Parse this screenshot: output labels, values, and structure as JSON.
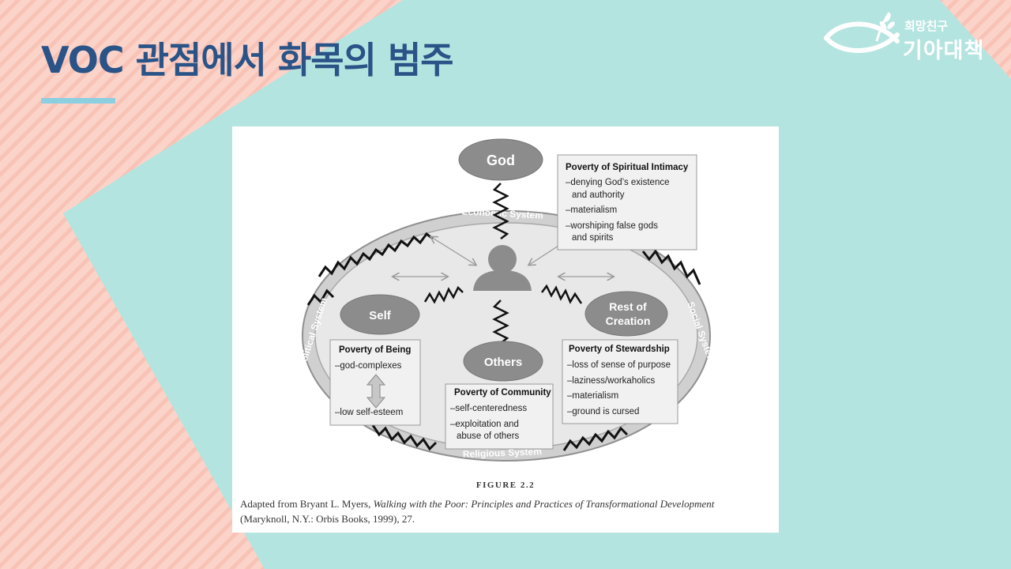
{
  "slide": {
    "title": "VOC 관점에서 화목의 범주",
    "colors": {
      "background_mint": "#b4e4e0",
      "background_pink": "#fbd3c9",
      "title": "#2a5387",
      "accent_bar": "#8ccfe0"
    }
  },
  "logo": {
    "tagline": "희망친구",
    "name": "기아대책",
    "icon": "fish-wheat-icon"
  },
  "figure": {
    "nodes": {
      "god": "God",
      "self": "Self",
      "others": "Others",
      "creation_line1": "Rest of",
      "creation_line2": "Creation"
    },
    "systems": {
      "economic": "Economic System",
      "social": "Social System",
      "religious": "Religious System",
      "political": "Political System"
    },
    "boxes": {
      "spiritual": {
        "title": "Poverty of Spiritual Intimacy",
        "lines": [
          "–denying God’s existence",
          "and authority",
          "–materialism",
          "–worshiping false gods",
          "and spirits"
        ]
      },
      "being": {
        "title": "Poverty of Being",
        "lines": [
          "–god-complexes",
          "–low self-esteem"
        ]
      },
      "community": {
        "title": "Poverty of Community",
        "lines": [
          "–self-centeredness",
          "–exploitation and",
          "abuse of others"
        ]
      },
      "stewardship": {
        "title": "Poverty of Stewardship",
        "lines": [
          "–loss of sense of purpose",
          "–laziness/workaholics",
          "–materialism",
          "–ground is cursed"
        ]
      }
    },
    "figure_label": "FIGURE 2.2",
    "caption": {
      "prefix": "Adapted from Bryant L. Myers, ",
      "book_title": "Walking with the Poor: Principles and Practices of Transformational Development",
      "suffix": "(Maryknoll, N.Y.: Orbis Books, 1999), 27."
    }
  }
}
